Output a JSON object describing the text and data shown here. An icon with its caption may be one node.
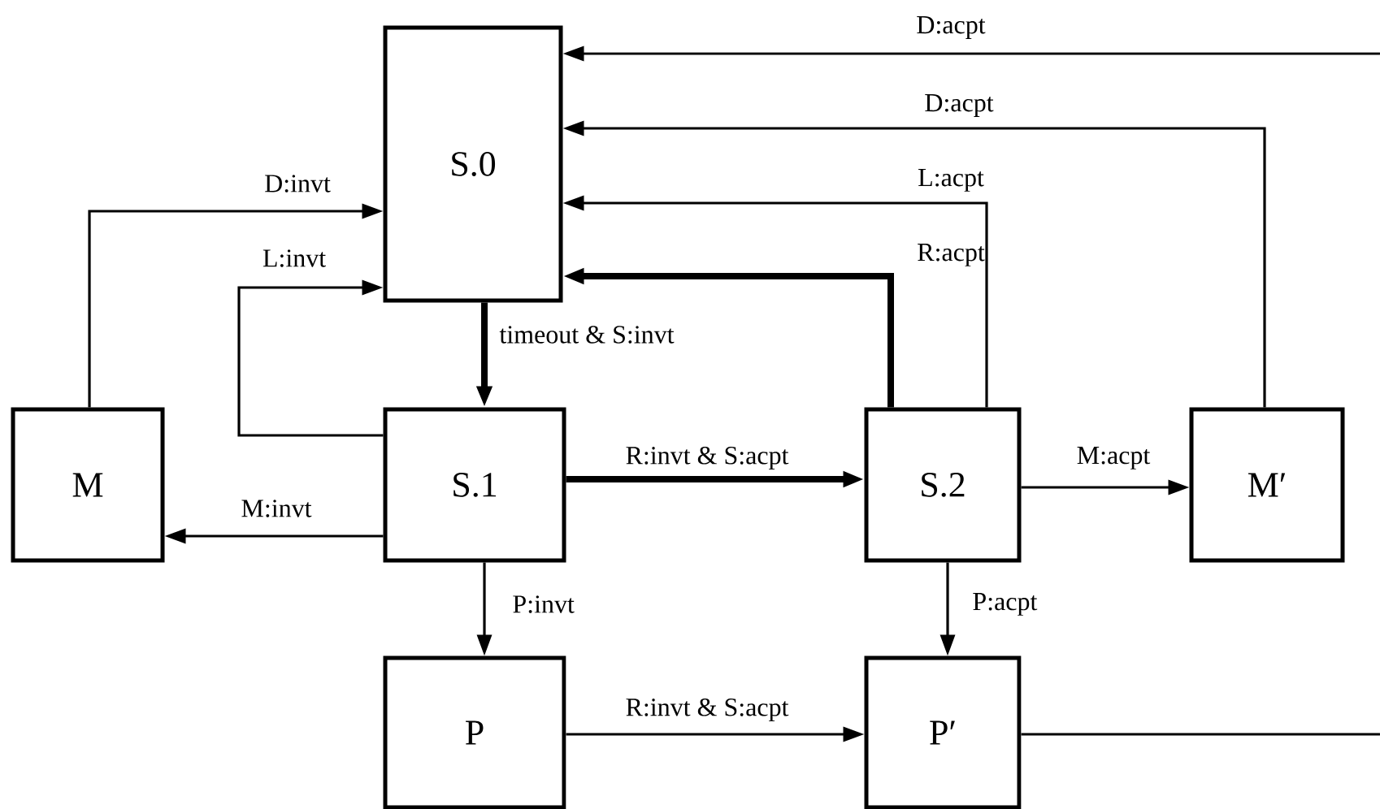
{
  "diagram": {
    "nodes": [
      {
        "text": [
          "S.0"
        ]
      },
      {
        "text": [
          "M"
        ]
      },
      {
        "text": [
          "S.1"
        ]
      },
      {
        "text": [
          "S.2"
        ]
      },
      {
        "text": [
          "M′"
        ]
      },
      {
        "text": [
          "P"
        ]
      },
      {
        "text": [
          "P′"
        ]
      }
    ],
    "edges": [
      {
        "from": null,
        "to": 0,
        "arrow": "to",
        "label": "D:acpt"
      },
      {
        "from": 4,
        "to": 0,
        "arrow": "to",
        "label": "D:acpt"
      },
      {
        "from": 3,
        "to": 0,
        "arrow": "to",
        "label": "L:acpt"
      },
      {
        "from": 3,
        "to": 0,
        "arrow": "to",
        "label": "R:acpt",
        "style": "thick"
      },
      {
        "from": 1,
        "to": 0,
        "arrow": "to",
        "label": "D:invt"
      },
      {
        "from": 2,
        "to": 0,
        "arrow": "to",
        "label": "L:invt"
      },
      {
        "from": 0,
        "to": 2,
        "arrow": "to",
        "label": "timeout & S:invt",
        "style": "thick"
      },
      {
        "from": 2,
        "to": 3,
        "arrow": "to",
        "label": "R:invt & S:acpt",
        "style": "thick"
      },
      {
        "from": 2,
        "to": 1,
        "arrow": "to",
        "label": "M:invt"
      },
      {
        "from": 3,
        "to": 4,
        "arrow": "to",
        "label": "M:acpt"
      },
      {
        "from": 2,
        "to": 5,
        "arrow": "to",
        "label": "P:invt"
      },
      {
        "from": 3,
        "to": 6,
        "arrow": "to",
        "label": "P:acpt"
      },
      {
        "from": 5,
        "to": 6,
        "arrow": "to",
        "label": "R:invt & S:acpt"
      },
      {
        "from": 6,
        "to": null,
        "arrow": "none"
      }
    ]
  }
}
